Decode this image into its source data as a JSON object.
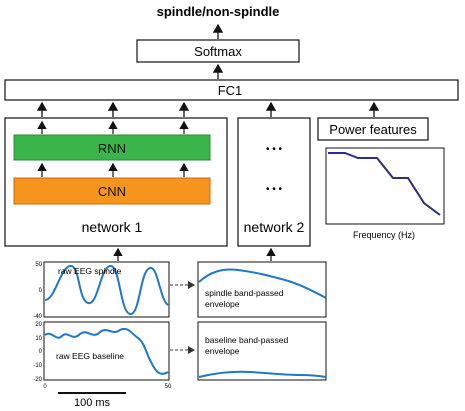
{
  "output_label": "spindle/non-spindle",
  "softmax_label": "Softmax",
  "fc_label": "FC1",
  "network1": {
    "rnn_label": "RNN",
    "cnn_label": "CNN",
    "title": "network 1"
  },
  "network2": {
    "dots_top": "• • •",
    "dots_bottom": "• • •",
    "title": "network 2"
  },
  "power": {
    "title": "Power features",
    "xlabel": "Frequency (Hz)"
  },
  "panels": {
    "spindle": {
      "label": "raw EEG spindle",
      "y_top": "50",
      "y_zero": "0",
      "y_bottom": "-40"
    },
    "baseline": {
      "label": "raw EEG baseline",
      "y_top": "20",
      "y_mid1": "10",
      "y_zero": "0",
      "y_mid2": "-10",
      "y_bottom": "-20",
      "x_start": "0",
      "x_end": "50"
    },
    "env_spindle": {
      "label_line1": "spindle band-passed",
      "label_line2": "envelope"
    },
    "env_baseline": {
      "label_line1": "baseline band-passed",
      "label_line2": "envelope"
    }
  },
  "scale_label": "100 ms",
  "colors": {
    "rnn": "#3ab54a",
    "cnn": "#f7941d",
    "signal": "#1f78c8",
    "power_line": "#2b2e83"
  }
}
